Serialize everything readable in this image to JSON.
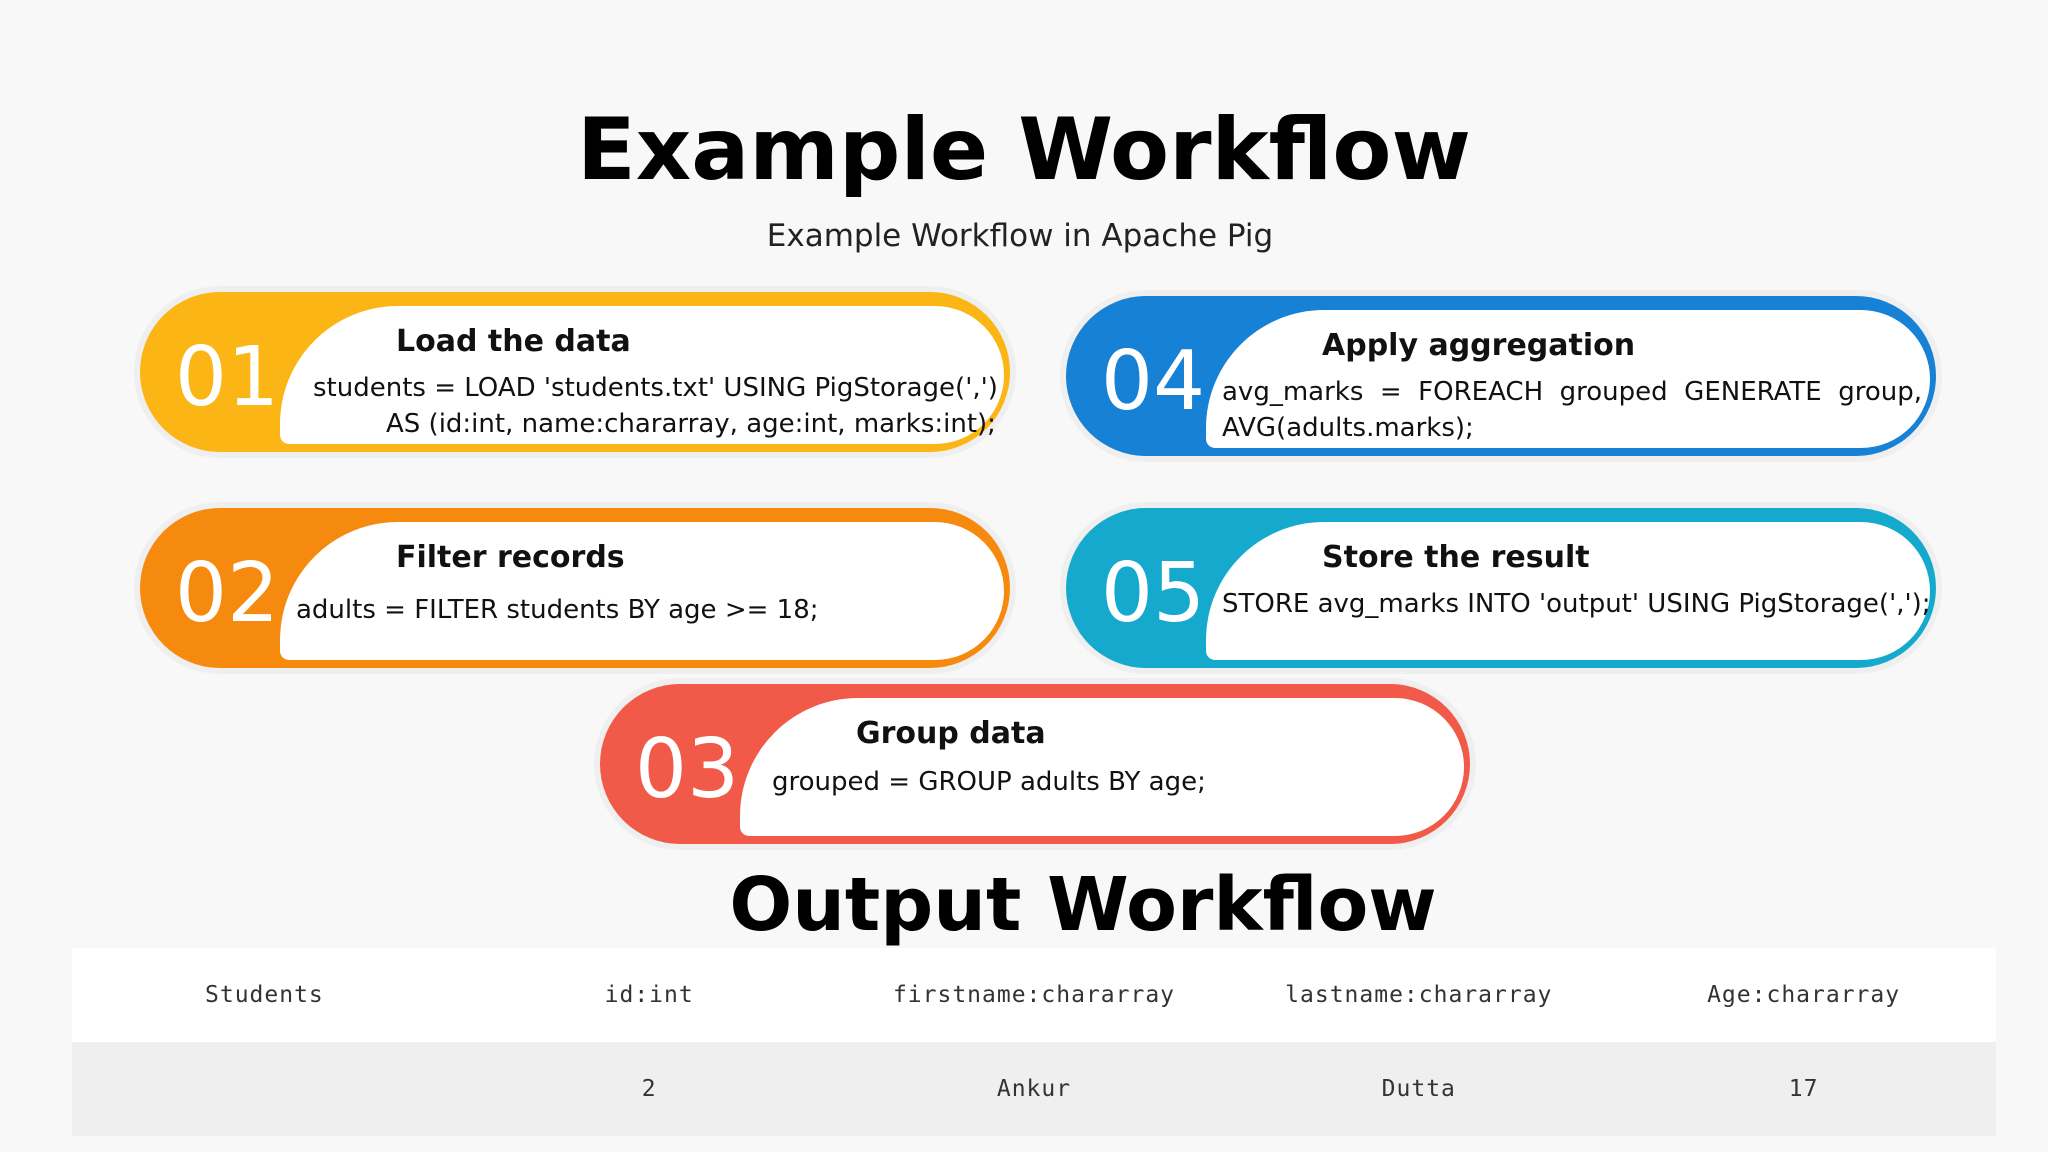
{
  "title": "Example Workflow",
  "subtitle": "Example Workflow in Apache Pig",
  "steps": [
    {
      "number": "01",
      "heading": "Load the data",
      "line1": "students = LOAD 'students.txt' USING PigStorage(',')",
      "line2": "AS (id:int, name:chararray, age:int, marks:int);",
      "color": "#fbb515"
    },
    {
      "number": "02",
      "heading": "Filter records",
      "line1": "adults = FILTER students BY age >= 18;",
      "color": "#f68a0e"
    },
    {
      "number": "03",
      "heading": "Group data",
      "line1": "grouped = GROUP adults BY age;",
      "color": "#f15a48"
    },
    {
      "number": "04",
      "heading": "Apply aggregation",
      "line1": "avg_marks = FOREACH grouped GENERATE group,",
      "line2": "AVG(adults.marks);",
      "color": "#1781d6"
    },
    {
      "number": "05",
      "heading": "Store the result",
      "line1": "STORE avg_marks INTO 'output' USING PigStorage(',');",
      "color": "#15a9cd"
    }
  ],
  "output_title": "Output Workflow",
  "table": {
    "headers": [
      "Students",
      "id:int",
      "firstname:chararray",
      "lastname:chararray",
      "Age:chararray"
    ],
    "rows": [
      [
        "",
        "2",
        "Ankur",
        "Dutta",
        "17"
      ]
    ]
  }
}
